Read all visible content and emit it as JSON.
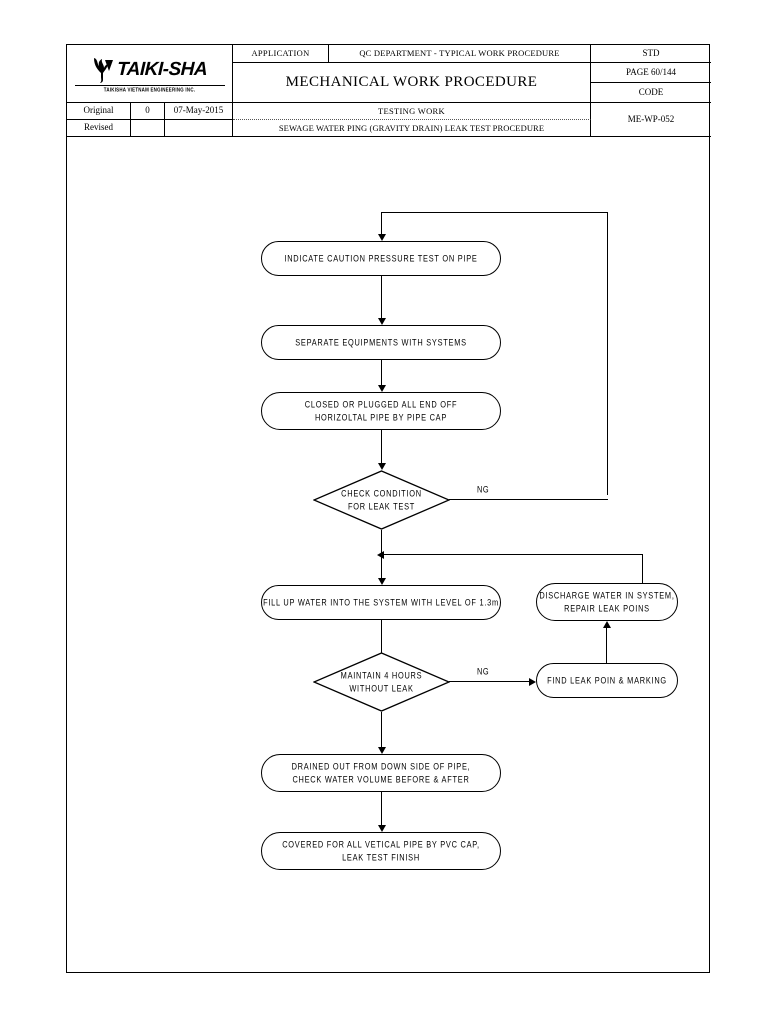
{
  "document": {
    "title_block": {
      "logo": {
        "wordmark": "TAIKI-SHA",
        "subtitle": "TAIKISHA VIETNAM ENGINEERING INC."
      },
      "application_label": "APPLICATION",
      "application_value": "QC DEPARTMENT - TYPICAL WORK PROCEDURE",
      "std_label": "STD",
      "page_label": "PAGE 60/144",
      "code_label": "CODE",
      "code_value": "ME-WP-052",
      "main_title": "MECHANICAL WORK PROCEDURE",
      "original_label": "Original",
      "revision_number": "0",
      "original_date": "07-May-2015",
      "revised_label": "Revised",
      "revised_number": "",
      "revised_date": "",
      "work_type": "TESTING WORK",
      "procedure_name": "SEWAGE WATER PING (GRAVITY DRAIN) LEAK TEST PROCEDURE"
    }
  },
  "flowchart": {
    "nodes": [
      {
        "id": "n1",
        "type": "process",
        "text": "INDICATE CAUTION PRESSURE   TEST ON PIPE"
      },
      {
        "id": "n2",
        "type": "process",
        "text": "SEPARATE EQUIPMENTS WITH SYSTEMS"
      },
      {
        "id": "n3",
        "type": "process",
        "text": "CLOSED OR PLUGGED ALL END OFF\nHORIZOLTAL PIPE BY PIPE CAP"
      },
      {
        "id": "n4",
        "type": "decision",
        "text": "CHECK CONDITION\nFOR LEAK TEST"
      },
      {
        "id": "n5",
        "type": "process",
        "text": "FILL UP WATER INTO THE SYSTEM WITH LEVEL OF 1.3m"
      },
      {
        "id": "n6",
        "type": "decision",
        "text": "MAINTAIN 4 HOURS\nWITHOUT LEAK"
      },
      {
        "id": "n7",
        "type": "process",
        "text": "DRAINED OUT FROM DOWN SIDE OF PIPE,\nCHECK WATER VOLUME BEFORE & AFTER"
      },
      {
        "id": "n8",
        "type": "process",
        "text": "COVERED FOR ALL VETICAL PIPE BY PVC CAP,\nLEAK TEST FINISH"
      },
      {
        "id": "n9",
        "type": "process",
        "text": "DISCHARGE WATER IN SYSTEM,\nREPAIR LEAK POINS"
      },
      {
        "id": "n10",
        "type": "process",
        "text": "FIND LEAK POIN & MARKING"
      }
    ],
    "edge_labels": {
      "ng_check_condition": "NG",
      "ng_maintain_hours": "NG"
    }
  }
}
